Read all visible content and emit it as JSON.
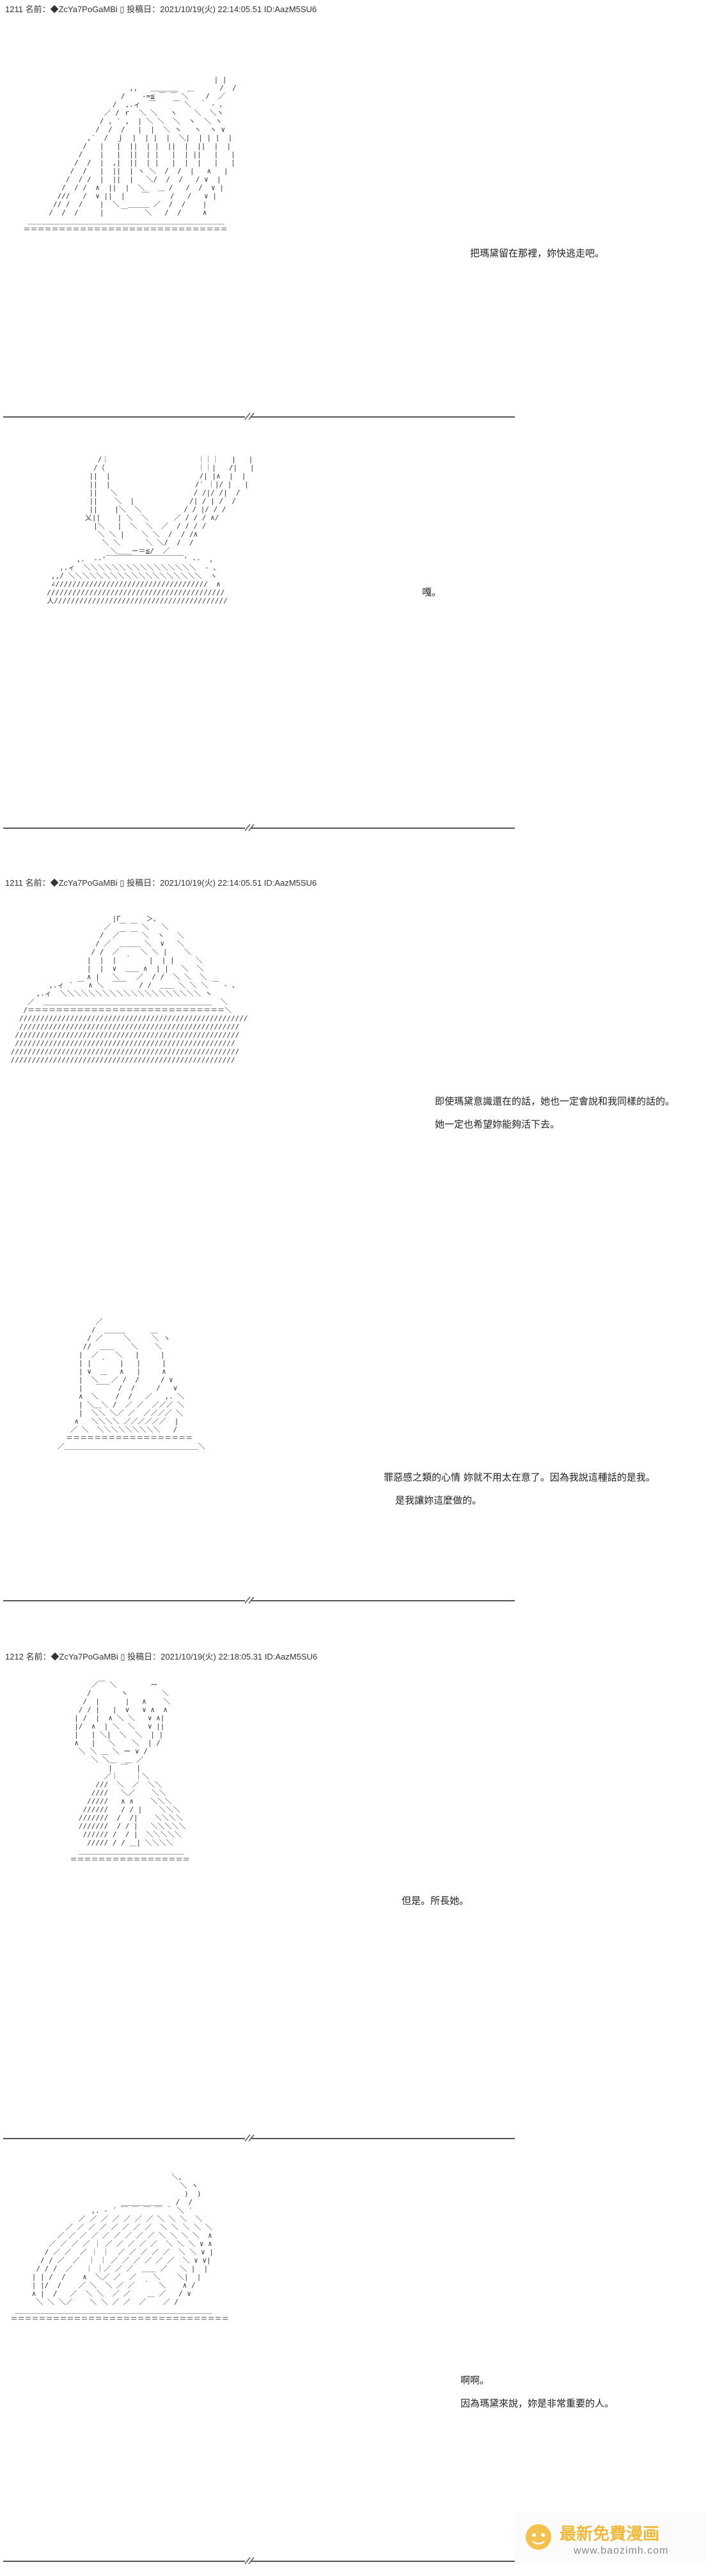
{
  "posts": [
    {
      "header": "1211 名前：◆ZcYa7PoGaMBi ▯ 投稿日：2021/10/19(火) 22:14:05.51 ID:AazM5SU6"
    },
    {
      "header": "1211 名前：◆ZcYa7PoGaMBi ▯ 投稿日：2021/10/19(火) 22:14:05.51 ID:AazM5SU6"
    },
    {
      "header": "1212 名前：◆ZcYa7PoGaMBi ▯ 投稿日：2021/10/19(火) 22:18:05.31 ID:AazM5SU6"
    }
  ],
  "dialogues": [
    {
      "text": "把瑪黛留在那裡，妳快逃走吧。"
    },
    {
      "text": "嘎。"
    },
    {
      "text": "即使瑪黛意識還在的話，她也一定會說和我同樣的話的。"
    },
    {
      "text": "她一定也希望妳能夠活下去。"
    },
    {
      "text": "罪惡感之類的心情 妳就不用太在意了。因為我說這種話的是我。"
    },
    {
      "text": "是我讓妳這麼做的。"
    },
    {
      "text": "但是。所長她。"
    },
    {
      "text": "啊啊。"
    },
    {
      "text": "因為瑪黛來說，妳是非常重要的人。"
    }
  ],
  "watermark": {
    "title": "最新免費漫画",
    "url": "www.baozimh.com"
  }
}
